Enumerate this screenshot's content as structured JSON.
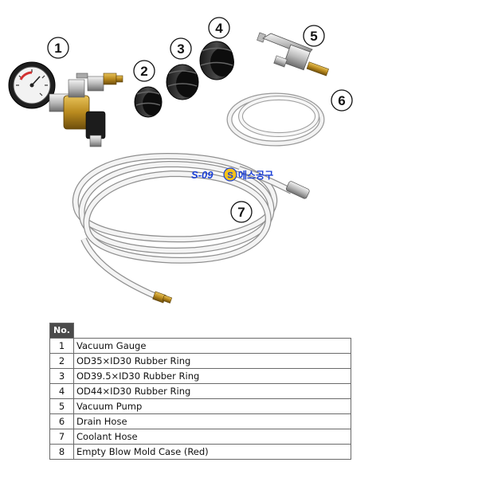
{
  "callouts": [
    "1",
    "2",
    "3",
    "4",
    "5",
    "6",
    "7"
  ],
  "watermark": {
    "code": "S-09",
    "badge": "S",
    "brand": "에스공구"
  },
  "table": {
    "header": "No.",
    "rows": [
      {
        "no": "1",
        "name": "Vacuum Gauge"
      },
      {
        "no": "2",
        "name": "OD35×ID30 Rubber Ring"
      },
      {
        "no": "3",
        "name": "OD39.5×ID30 Rubber Ring"
      },
      {
        "no": "4",
        "name": "OD44×ID30 Rubber Ring"
      },
      {
        "no": "5",
        "name": "Vacuum Pump"
      },
      {
        "no": "6",
        "name": "Drain Hose"
      },
      {
        "no": "7",
        "name": "Coolant Hose"
      },
      {
        "no": "8",
        "name": "Empty Blow Mold Case (Red)"
      }
    ]
  }
}
